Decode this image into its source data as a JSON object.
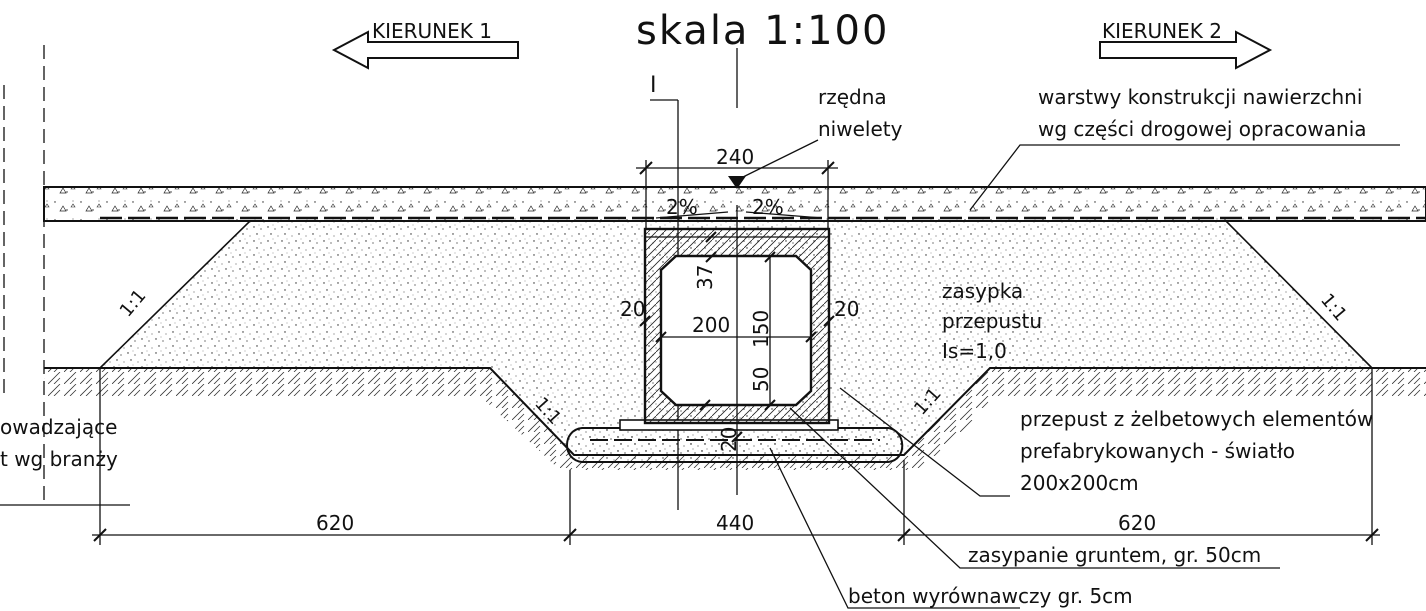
{
  "title": "skala 1:100",
  "directions": {
    "left": "KIERUNEK 1",
    "right": "KIERUNEK 2"
  },
  "section_mark": "I",
  "dimensions": {
    "top_width": "240",
    "slope_left": "2%",
    "slope_right": "2%",
    "top_slab": "37",
    "inner_width": "200",
    "inner_height": "150",
    "wall_left": "20",
    "wall_right": "20",
    "bottom_height": "50",
    "base_thickness": "20",
    "span_left": "620",
    "span_center": "440",
    "span_right": "620"
  },
  "slopes": {
    "fill_left": "1:1",
    "fill_right": "1:1",
    "cut_left": "1:1",
    "cut_right": "1:1"
  },
  "notes": {
    "rzedna_line1": "rzędna",
    "rzedna_line2": "niwelety",
    "pavement_line1": "warstwy konstrukcji nawierzchni",
    "pavement_line2": "wg części drogowej opracowania",
    "backfill_line1": "zasypka",
    "backfill_line2": "przepustu",
    "backfill_line3": "Is=1,0",
    "culvert_line1": "przepust z żelbetowych elementów",
    "culvert_line2": "prefabrykowanych - światło",
    "culvert_line3": "200x200cm",
    "soil": "zasypanie gruntem, gr. 50cm",
    "concrete": "beton wyrównawczy gr. 5cm",
    "left_line1": "owadzające",
    "left_line2": "t wg branży"
  }
}
